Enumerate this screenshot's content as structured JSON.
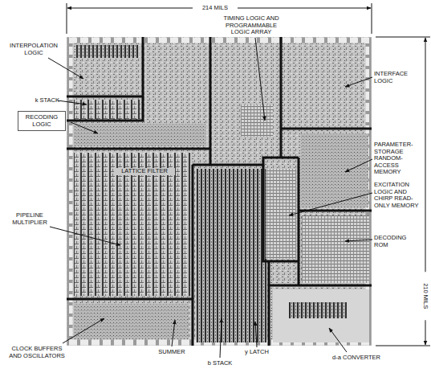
{
  "diagram": {
    "nodes": [
      {
        "text": [
          "RECODING LOGIC"
        ]
      }
    ],
    "labels": [
      "214 MILS",
      "TIMING LOGIC AND PROGRAMMABLE LOGIC ARRAY",
      "INTERPOLATION LOGIC",
      "INTERFACE LOGIC",
      "k STACK",
      "LATTICE FILTER",
      "PARAMETER-STORAGE RANDOM-ACCESS MEMORY",
      "EXCITATION LOGIC AND CHIRP READ-ONLY MEMORY",
      "PIPELINE MULTIPLIER",
      "DECODING ROM",
      "210 MILS",
      "CLOCK BUFFERS AND OSCILLATORS",
      "SUMMER",
      "b STACK",
      "y LATCH",
      "d-a CONVERTER"
    ]
  }
}
